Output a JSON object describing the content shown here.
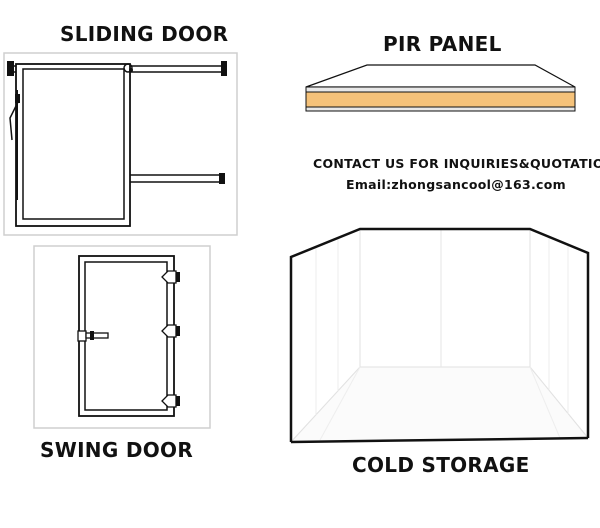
{
  "titles": {
    "sliding_door": "SLIDING DOOR",
    "pir_panel": "PIR PANEL",
    "swing_door": "SWING DOOR",
    "cold_storage": "COLD STORAGE"
  },
  "contact": {
    "line": "CONTACT US FOR INQUIRIES&QUOTATION",
    "email": "Email:zhongsancool@163.com"
  },
  "colors": {
    "outline": "#111111",
    "frame_gray": "#cfcfcf",
    "panel_core": "#f5c27a",
    "panel_skin": "#e8e8e8"
  }
}
